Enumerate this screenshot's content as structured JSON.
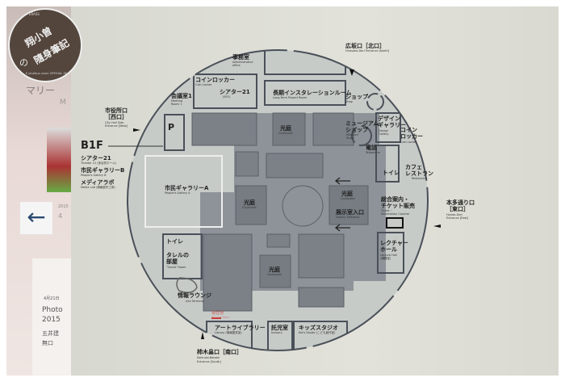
{
  "watermark": {
    "title": "翔小曾",
    "subtitle": "隨身筆記",
    "ring_top": "ERASS",
    "ring_bottom": "E pluribus unum OFFICIAL SEAL",
    "no": "の"
  },
  "poster": {
    "title": "マリー",
    "sub": "M",
    "date_a": "2015",
    "date_b": "4",
    "date_c": "4月21日",
    "photo_title": "Photo",
    "photo_year": "2015",
    "names_a": "五井建",
    "names_b": "無口"
  },
  "map": {
    "floor": "B1F",
    "floor_list": [
      {
        "jp": "シアター21",
        "en": "Theater 21 (多目的ホール)"
      },
      {
        "jp": "市民ギャラリーB",
        "en": "People's Gallery B"
      },
      {
        "jp": "メディアラボ",
        "en": "Media Lab (情報創作工房)"
      }
    ],
    "entrances": {
      "north": {
        "jp": "広坂口［北口］",
        "en": "Hirosaka-Dori Entrance [North]"
      },
      "west": {
        "jp": "市役所口\n［西口］",
        "jp1": "市役所口",
        "jp2": "［西口］",
        "en1": "City Hall Side",
        "en2": "Entrance [West]"
      },
      "east": {
        "jp1": "本多通り口",
        "jp2": "［東口］",
        "en1": "Honda-Dori",
        "en2": "Entrance [East]"
      },
      "south": {
        "jp": "柿木畠口［南口］",
        "en1": "Kakinoki-Batake",
        "en2": "Entrance [South]"
      }
    },
    "rooms": {
      "office": {
        "jp": "事務室",
        "en1": "Administrative",
        "en2": "office"
      },
      "coin_locker_n": {
        "jp": "コインロッカー",
        "en": "Coin Locker"
      },
      "theater21": {
        "jp": "シアター21",
        "en": "(B1F)"
      },
      "meeting": {
        "jp": "会議室1",
        "en1": "Meeting",
        "en2": "Room 1"
      },
      "longterm": {
        "jp": "長期インスタレーションルーム",
        "en": "Long-Term Project Room"
      },
      "shop": {
        "jp": "ショップ",
        "en": "Shop"
      },
      "museum_shop": {
        "jp1": "ミュージアム",
        "jp2": "ショップ",
        "en1": "Museum",
        "en2": "Shop"
      },
      "design": {
        "jp1": "デザイン",
        "jp2": "ギャラリー",
        "en1": "Design",
        "en2": "Gallery"
      },
      "coin_locker_e": {
        "jp1": "コイン",
        "jp2": "ロッカー",
        "en": "Coin Locker"
      },
      "telephone": {
        "jp": "電話",
        "en": "Telephone"
      },
      "toilet_e": {
        "jp": "トイレ"
      },
      "cafe": {
        "jp1": "カフェ",
        "jp2": "レストラン",
        "en": "Restaurant"
      },
      "courtyard_1": {
        "jp": "光庭",
        "en": "Courtyard"
      },
      "courtyard_2": {
        "jp": "光庭",
        "en": "Courtyard"
      },
      "courtyard_3": {
        "jp": "光庭",
        "en": "Courtyard"
      },
      "courtyard_4": {
        "jp": "光庭",
        "en": "Courtyard"
      },
      "gallery_entrance": {
        "jp": "展示室入口",
        "en": "Gallery Entrance"
      },
      "info": {
        "jp1": "総合案内・",
        "jp2": "チケット販売",
        "en1": "Ticket・",
        "en2": "Information Counter"
      },
      "lecture": {
        "jp1": "レクチャー",
        "jp2": "ホール",
        "en1": "Lecture Hall",
        "en2": "(講義室)"
      },
      "gallery_a": {
        "jp": "市民ギャラリーA",
        "en": "People's Gallery A"
      },
      "toilet_w": {
        "jp": "トイレ"
      },
      "tsumari": {
        "jp1": "タレルの",
        "jp2": "部屋",
        "en": "'Tunnel' Room"
      },
      "lounge": {
        "jp": "情報ラウンジ",
        "en": "Info Terminal"
      },
      "you_are_here": {
        "jp": "現在地",
        "en": "You are here"
      },
      "library": {
        "jp": "アートライブラリー",
        "en": "Library (情報図書室)"
      },
      "nursery": {
        "jp": "託児室",
        "en": "Nursery"
      },
      "kids": {
        "jp": "キッズスタジオ",
        "en": "Kid's Studio (こども創作室)"
      },
      "parking": {
        "jp": "P"
      }
    }
  },
  "colors": {
    "wall": "#dcdcd3",
    "map_fill": "#c5cac7",
    "dark": "#8a8f94",
    "darker": "#6f757b",
    "line": "#4a5058"
  }
}
